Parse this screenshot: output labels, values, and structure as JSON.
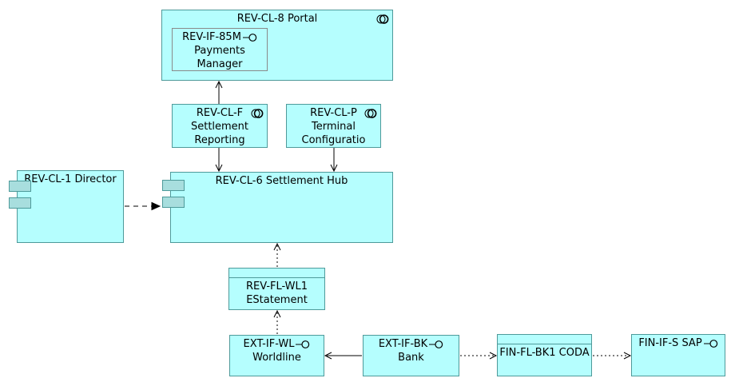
{
  "diagram": {
    "colors": {
      "node_fill": "#B5FEFE",
      "node_border": "#4E9A9A",
      "tab_fill": "#A8DEDE",
      "inner_border": "#8A8A8A",
      "line": "#000000",
      "background": "#FFFFFF"
    },
    "nodes": {
      "portal": {
        "title": "REV-CL-8 Portal"
      },
      "payments_manager": {
        "line1": "REV-IF-85M",
        "line2": "Payments",
        "line3": "Manager"
      },
      "settlement_reporting": {
        "line1": "REV-CL-F",
        "line2": "Settlement",
        "line3": "Reporting"
      },
      "terminal_configuration": {
        "line1": "REV-CL-P",
        "line2": "Terminal",
        "line3": "Configuratio"
      },
      "director": {
        "title": "REV-CL-1 Director"
      },
      "settlement_hub": {
        "title": "REV-CL-6 Settlement Hub"
      },
      "estatement": {
        "line1": "REV-FL-WL1",
        "line2": "EStatement"
      },
      "worldline": {
        "line1": "EXT-IF-WL",
        "line2": "Worldline"
      },
      "bank": {
        "line1": "EXT-IF-BK",
        "line2": "Bank"
      },
      "coda": {
        "title": "FIN-FL-BK1 CODA"
      },
      "sap": {
        "title": "FIN-IF-S SAP"
      }
    },
    "edges": [
      {
        "from": "settlement_reporting",
        "to": "portal",
        "line": "solid",
        "arrow": "open"
      },
      {
        "from": "settlement_reporting",
        "to": "settlement_hub",
        "line": "solid",
        "arrow": "open"
      },
      {
        "from": "terminal_configuration",
        "to": "settlement_hub",
        "line": "solid",
        "arrow": "open"
      },
      {
        "from": "director",
        "to": "settlement_hub",
        "line": "dashed",
        "arrow": "filled"
      },
      {
        "from": "estatement",
        "to": "settlement_hub",
        "line": "dotted",
        "arrow": "open"
      },
      {
        "from": "worldline",
        "to": "estatement",
        "line": "dotted",
        "arrow": "open"
      },
      {
        "from": "bank",
        "to": "worldline",
        "line": "solid",
        "arrow": "open"
      },
      {
        "from": "bank",
        "to": "coda",
        "line": "dotted",
        "arrow": "open"
      },
      {
        "from": "coda",
        "to": "sap",
        "line": "dotted",
        "arrow": "open"
      }
    ]
  }
}
